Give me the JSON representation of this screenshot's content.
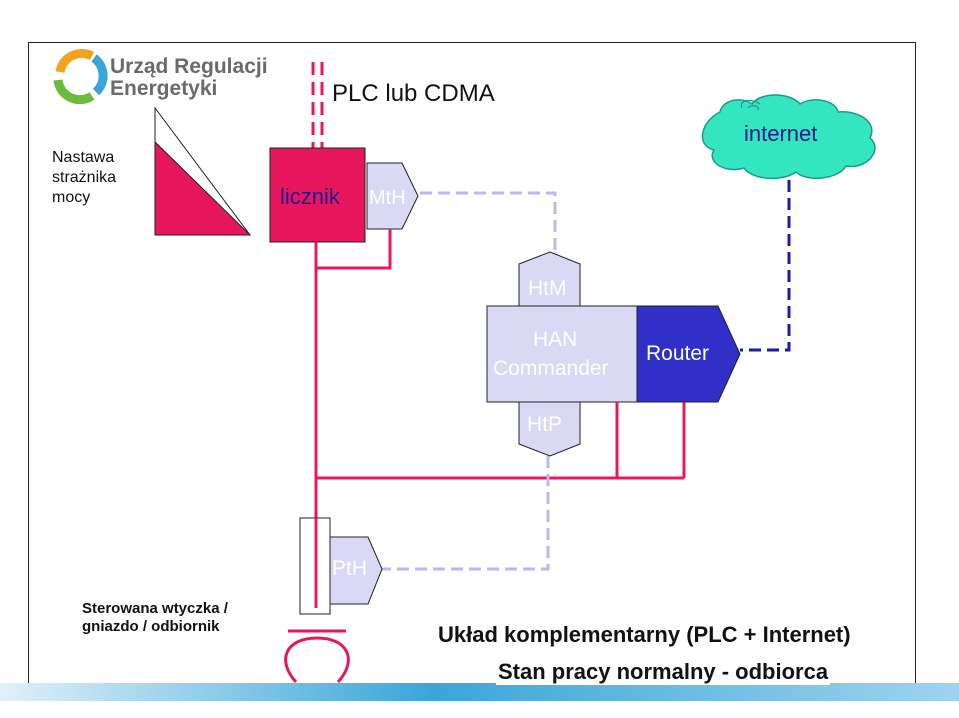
{
  "logo": {
    "line1": "Urząd Regulacji",
    "line2": "Energetyki"
  },
  "left_label": {
    "line1": "Nastawa",
    "line2": "strażnika",
    "line3": "mocy"
  },
  "plc_title": "PLC lub CDMA",
  "licznik": "licznik",
  "mth": "MtH",
  "internet": "internet",
  "htm": "HtM",
  "han": {
    "line1": "HAN",
    "line2": "Commander"
  },
  "router": "Router",
  "htp": "HtP",
  "pth": "PtH",
  "socket_label": {
    "line1": "Sterowana wtyczka /",
    "line2": "gniazdo / odbiornik"
  },
  "caption": {
    "line1": "Układ komplementarny (PLC + Internet)",
    "line2": "Stan pracy normalny - odbiorca"
  },
  "colors": {
    "power_line": "#e8175d",
    "meter_fill": "#e8175d",
    "module_fill": "#d9d9f5",
    "router_fill": "#3030c8",
    "cloud_fill": "#33e6c0",
    "dashed_light": "#b8b8f0",
    "dashed_dark": "#1a1ab0"
  }
}
